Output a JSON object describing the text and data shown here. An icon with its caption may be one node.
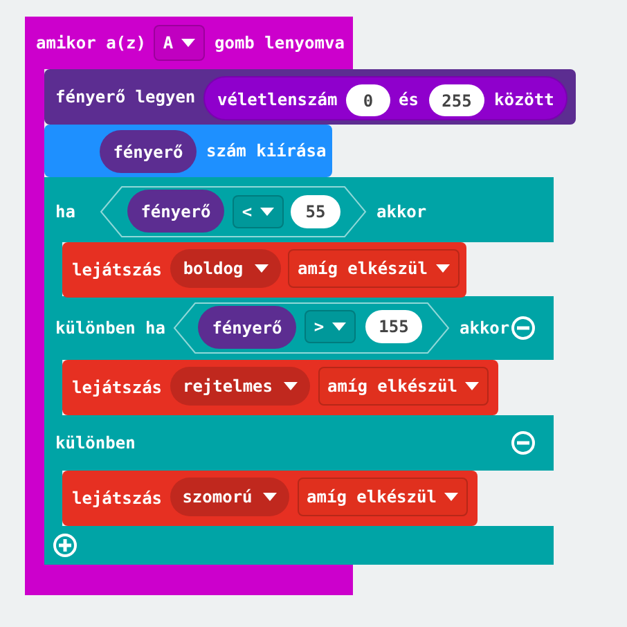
{
  "diagram": {
    "nodes": [
      {
        "text": [
          "amikor a(z)",
          "gomb lenyomva"
        ]
      },
      {
        "text": [
          "A"
        ],
        "in": 0
      },
      {
        "text": [
          "fényerő legyen"
        ]
      },
      {
        "text": [
          "véletlenszám",
          "és",
          "között"
        ],
        "in": 2
      },
      {
        "text": [
          "0"
        ],
        "in": 3
      },
      {
        "text": [
          "255"
        ],
        "in": 3
      },
      {
        "text": [
          "szám kiírása"
        ],
        "in": 0
      },
      {
        "text": [
          "fényerő"
        ],
        "in": 6
      },
      {
        "text": [
          "ha",
          "akkor",
          "különben ha",
          "akkor",
          "különben"
        ]
      },
      {
        "text": [],
        "shape": "hexagon",
        "in": 8
      },
      {
        "text": [
          "fényerő"
        ],
        "in": 9
      },
      {
        "text": [
          "<"
        ],
        "in": 9
      },
      {
        "text": [
          "55"
        ],
        "in": 9
      },
      {
        "text": [
          "lejátszás"
        ],
        "in": 8
      },
      {
        "text": [
          "boldog"
        ],
        "in": 13
      },
      {
        "text": [
          "amíg elkészül"
        ],
        "in": 13
      },
      {
        "text": [],
        "shape": "hexagon",
        "in": 8
      },
      {
        "text": [
          "fényerő"
        ],
        "in": 16
      },
      {
        "text": [
          ">"
        ],
        "in": 16
      },
      {
        "text": [
          "155"
        ],
        "in": 16
      },
      {
        "text": [
          "lejátszás"
        ],
        "in": 8
      },
      {
        "text": [
          "rejtelmes"
        ],
        "in": 20
      },
      {
        "text": [
          "amíg elkészül"
        ],
        "in": 20
      },
      {
        "text": [
          "lejátszás"
        ],
        "in": 8
      },
      {
        "text": [
          "szomorú"
        ],
        "in": 23
      },
      {
        "text": [
          "amíg elkészül"
        ],
        "in": 23
      }
    ]
  }
}
